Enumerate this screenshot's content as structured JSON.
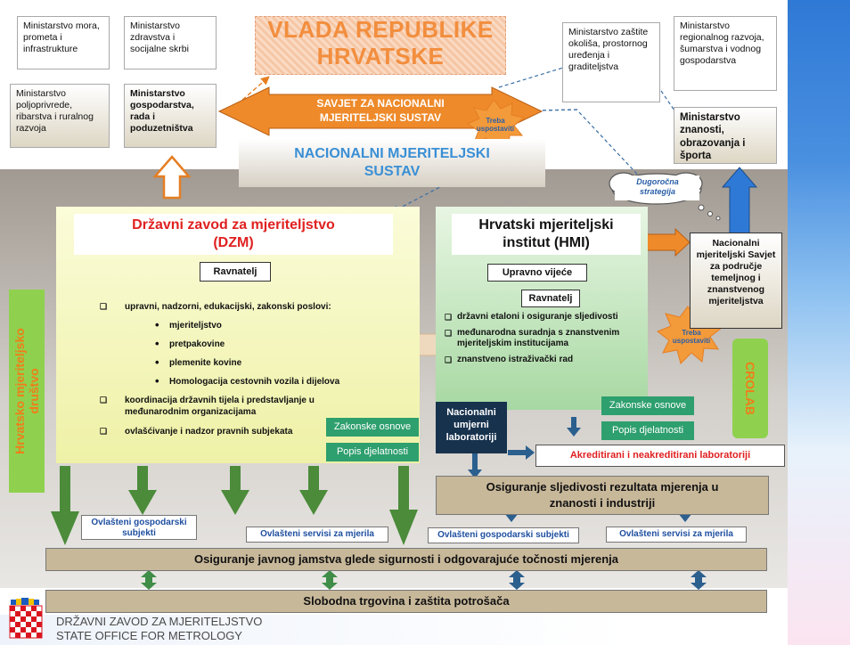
{
  "colors": {
    "right_sidebar_blue": "#2f79d6",
    "gray_band": "#a9a39b",
    "dzm_panel": "#f1f3ae",
    "hmi_panel": "#a7d8a2",
    "orange_arrow": "#e57e22",
    "tan_band": "#c8b89a",
    "green_label": "#2e9f6e",
    "red_text": "#e02020",
    "blue_text": "#3a8fd5",
    "dark_navy": "#17324d",
    "crolab_green": "#8fd14e",
    "orange_text": "#f07d19"
  },
  "government": {
    "title_line1": "VLADA REPUBLIKE",
    "title_line2": "HRVATSKE"
  },
  "ministries": {
    "mora": "Ministarstvo mora, prometa i infrastrukture",
    "zdravstva": "Ministarstvo zdravstva i socijalne skrbi",
    "poljoprivrede": "Ministarstvo poljoprivrede, ribarstva i ruralnog razvoja",
    "gospodarstva": "Ministarstvo gospodarstva, rada i poduzetništva",
    "okolisa": "Ministarstvo zaštite okoliša, prostornog uređenja i graditeljstva",
    "regionalnog": "Ministarstvo regionalnog razvoja, šumarstva i vodnog gospodarstva",
    "znanosti": "Ministarstvo znanosti, obrazovanja i športa"
  },
  "savjet": {
    "line1": "SAVJET ZA NACIONALNI",
    "line2": "MJERITELJSKI SUSTAV"
  },
  "burst_top": {
    "line1": "Treba",
    "line2": "uspostaviti"
  },
  "nms": {
    "line1": "NACIONALNI MJERITELJSKI",
    "line2": "SUSTAV"
  },
  "cloud": {
    "line1": "Dugoročna",
    "line2": "strategija"
  },
  "dzm": {
    "title_line1": "Državni zavod za mjeriteljstvo",
    "title_line2": "(DZM)",
    "ravnatelj": "Ravnatelj",
    "items": [
      {
        "kind": "main",
        "text": "upravni, nadzorni, edukacijski,  zakonski poslovi:"
      },
      {
        "kind": "sub",
        "text": "mjeriteljstvo"
      },
      {
        "kind": "sub",
        "text": "pretpakovine"
      },
      {
        "kind": "sub",
        "text": "plemenite kovine"
      },
      {
        "kind": "sub",
        "text": "Homologacija cestovnih vozila i dijelova"
      },
      {
        "kind": "main",
        "text": "koordinacija državnih tijela i predstavljanje u međunarodnim organizacijama"
      },
      {
        "kind": "main",
        "text": "ovlašćivanje i nadzor pravnih subjekata"
      }
    ],
    "zakonske": "Zakonske osnove",
    "popis": "Popis djelatnosti"
  },
  "hmi": {
    "title_line1": "Hrvatski mjeriteljski",
    "title_line2": "institut (HMI)",
    "upravno": "Upravno vijeće",
    "ravnatelj": "Ravnatelj",
    "items": [
      "državni etaloni i osiguranje sljedivosti",
      "međunarodna suradnja s znanstvenim mjeriteljskim institucijama",
      "znanstveno istraživački rad"
    ],
    "zakonske": "Zakonske osnove",
    "popis": "Popis djelatnosti"
  },
  "nacionalni_savjet": "Nacionalni mjeriteljski Savjet za područje temeljnog i znanstvenog mjeriteljstva",
  "burst_right": {
    "line1": "Treba",
    "line2": "uspostaviti"
  },
  "hmd": {
    "line1": "Hrvatsko mjeriteljsko",
    "line2": "društvo"
  },
  "crolab": "CROLAB",
  "nul": {
    "line1": "Nacionalni",
    "line2": "umjerni",
    "line3": "laboratoriji"
  },
  "akreditirani": "Akreditirani i  neakreditirani laboratoriji",
  "osiguranje_sljedivosti": {
    "line1": "Osiguranje sljedivosti rezultata mjerenja u",
    "line2": "znanosti i industriji"
  },
  "ovlasteni": {
    "gosp_left": "Ovlašteni gospodarski subjekti",
    "serv_left": "Ovlašteni servisi za mjerila",
    "gosp_right": "Ovlašteni gospodarski subjekti",
    "serv_right": "Ovlašteni servisi za mjerila"
  },
  "band_jamstvo": "Osiguranje javnog jamstva glede sigurnosti i odgovarajuće točnosti mjerenja",
  "band_trgovina": "Slobodna trgovina i zaštita potrošača",
  "footer": {
    "line1": "DRŽAVNI ZAVOD ZA MJERITELJSTVO",
    "line2": "STATE OFFICE FOR METROLOGY"
  }
}
